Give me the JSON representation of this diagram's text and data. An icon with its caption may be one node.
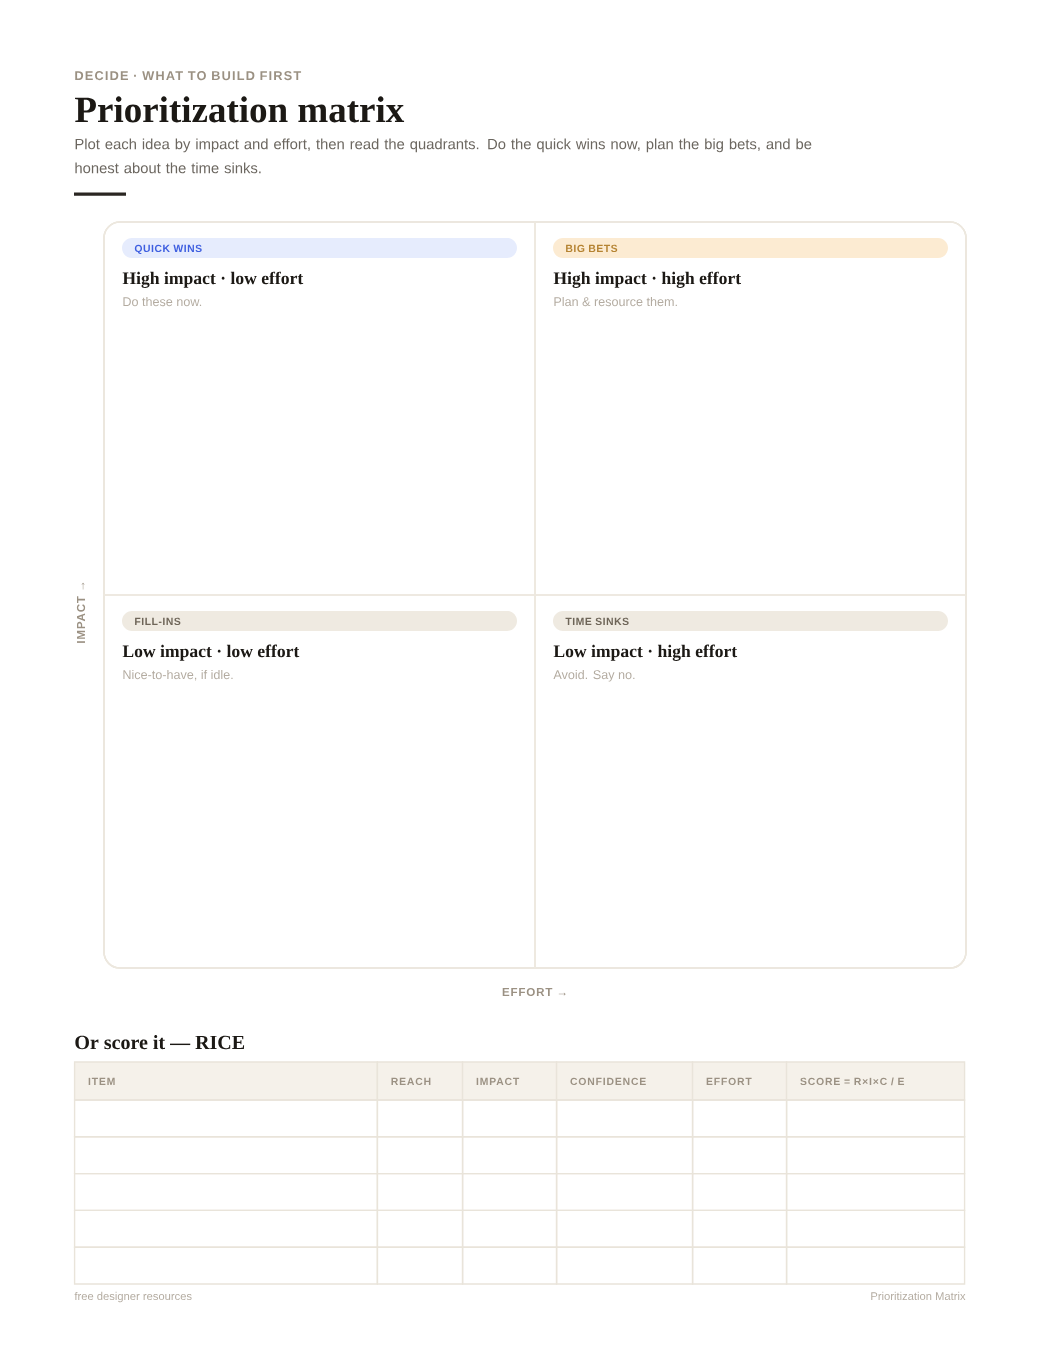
{
  "diagram": {
    "title": "Prioritization matrix",
    "nodes": [
      {
        "text": [],
        "shape": "box"
      },
      {
        "text": [
          "QUICK WINS",
          "High impact · low effort",
          "Do these now."
        ],
        "in": 0
      },
      {
        "text": [
          "BIG BETS",
          "High impact · high effort",
          "Plan & resource them."
        ],
        "in": 0
      },
      {
        "text": [
          "FILL-INS",
          "Low impact · low effort",
          "Nice-to-have, if idle."
        ],
        "in": 0
      },
      {
        "text": [
          "TIME SINKS",
          "Low impact · high effort",
          "Avoid. Say no."
        ],
        "in": 0
      }
    ],
    "labels": [
      "DECIDE · WHAT TO BUILD FIRST",
      "Plot each idea by impact and effort, then read the quadrants. Do the quick wins now, plan the big bets, and be honest about the time sinks.",
      "IMPACT →",
      "EFFORT →",
      "Or score it — RICE",
      "ITEM",
      "REACH",
      "IMPACT",
      "CONFIDENCE",
      "EFFORT",
      "SCORE = R×I×C / E",
      "free designer resources",
      "Prioritization Matrix"
    ]
  }
}
